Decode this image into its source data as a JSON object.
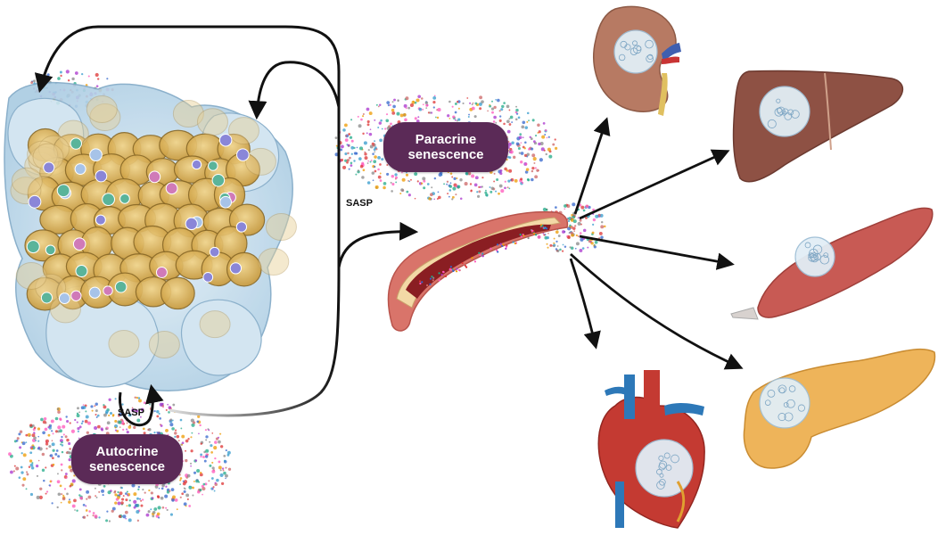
{
  "labels": {
    "sasp_top": "SASP",
    "sasp_bottom": "SASP",
    "paracrine_line1": "Paracrine",
    "paracrine_line2": "senescence",
    "autocrine_line1": "Autocrine",
    "autocrine_line2": "senescence"
  },
  "organs": [
    "kidney-icon",
    "liver-icon",
    "muscle-icon",
    "pancreas-icon",
    "heart-icon",
    "blood-vessel-icon"
  ],
  "colors": {
    "pill": "#5b2a57",
    "adipocyte": "#d9b55a",
    "senescent_cell": "#bcd8ea",
    "vessel_outer": "#d9746a",
    "vessel_inner": "#8a1e22",
    "kidney": "#b77a63",
    "liver": "#8e5144",
    "muscle": "#c85a54",
    "pancreas": "#eeb45a",
    "heart_red": "#c43a32",
    "heart_blue": "#2d78b8"
  }
}
